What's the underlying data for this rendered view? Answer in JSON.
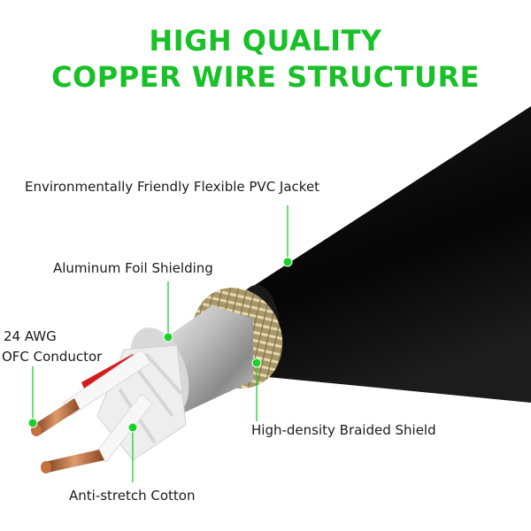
{
  "title": {
    "line1": "HIGH QUALITY",
    "line2": "COPPER WIRE STRUCTURE"
  },
  "colors": {
    "title": "#19c028",
    "callout_dot": "#1bd02a",
    "jacket": "#0d0d0d",
    "braid": "#c9b98a",
    "foil": "#b8b8b8",
    "copper": "#b5653a",
    "red_wire": "#d41a1a"
  },
  "labels": {
    "pvc_jacket": "Environmentally Friendly Flexible PVC Jacket",
    "foil_shield": "Aluminum Foil Shielding",
    "conductor_line1": "24 AWG",
    "conductor_line2": "OFC Conductor",
    "braided_shield": "High-density Braided Shield",
    "cotton": "Anti-stretch Cotton"
  }
}
